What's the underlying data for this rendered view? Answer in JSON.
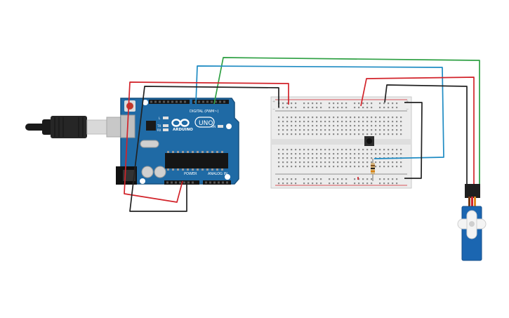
{
  "diagram": {
    "board": {
      "logo_text": "ARDUINO",
      "model_badge": "UNO",
      "digital_header_label": "DIGITAL (PWM~)",
      "power_header_label": "POWER",
      "analog_header_label": "ANALOG IN",
      "indicator_labels": [
        "L",
        "TX",
        "RX"
      ],
      "on_label": "ON"
    },
    "breadboard": {
      "rail_marks": [
        "+",
        "−"
      ]
    },
    "wire_colors": {
      "red": "#d2232a",
      "green": "#2ea043",
      "blue": "#1e8bc3",
      "black": "#222222"
    },
    "colors": {
      "board": "#1f6aa5",
      "board_dark": "#17507e",
      "servo": "#1b66b1",
      "breadboard": "#ececec"
    }
  }
}
